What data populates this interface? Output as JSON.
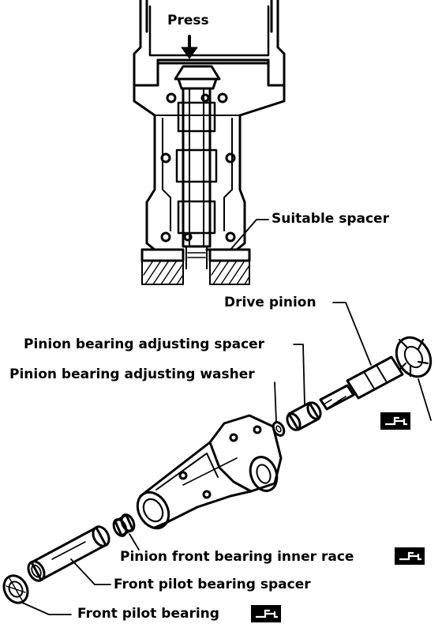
{
  "labels": {
    "press": "Press",
    "suitable_spacer": "Suitable spacer",
    "drive_pinion": "Drive pinion",
    "pinion_bearing_adjusting_spacer": "Pinion bearing adjusting spacer",
    "pinion_bearing_adjusting_washer": "Pinion bearing adjusting washer",
    "pinion_front_bearing_inner_race": "Pinion front bearing inner race",
    "front_pilot_bearing_spacer": "Front pilot bearing spacer",
    "front_pilot_bearing": "Front pilot bearing"
  },
  "icons": {
    "lubricate_badge": "grease-gun-icon"
  },
  "colors": {
    "ink": "#000000",
    "paper": "#ffffff"
  }
}
